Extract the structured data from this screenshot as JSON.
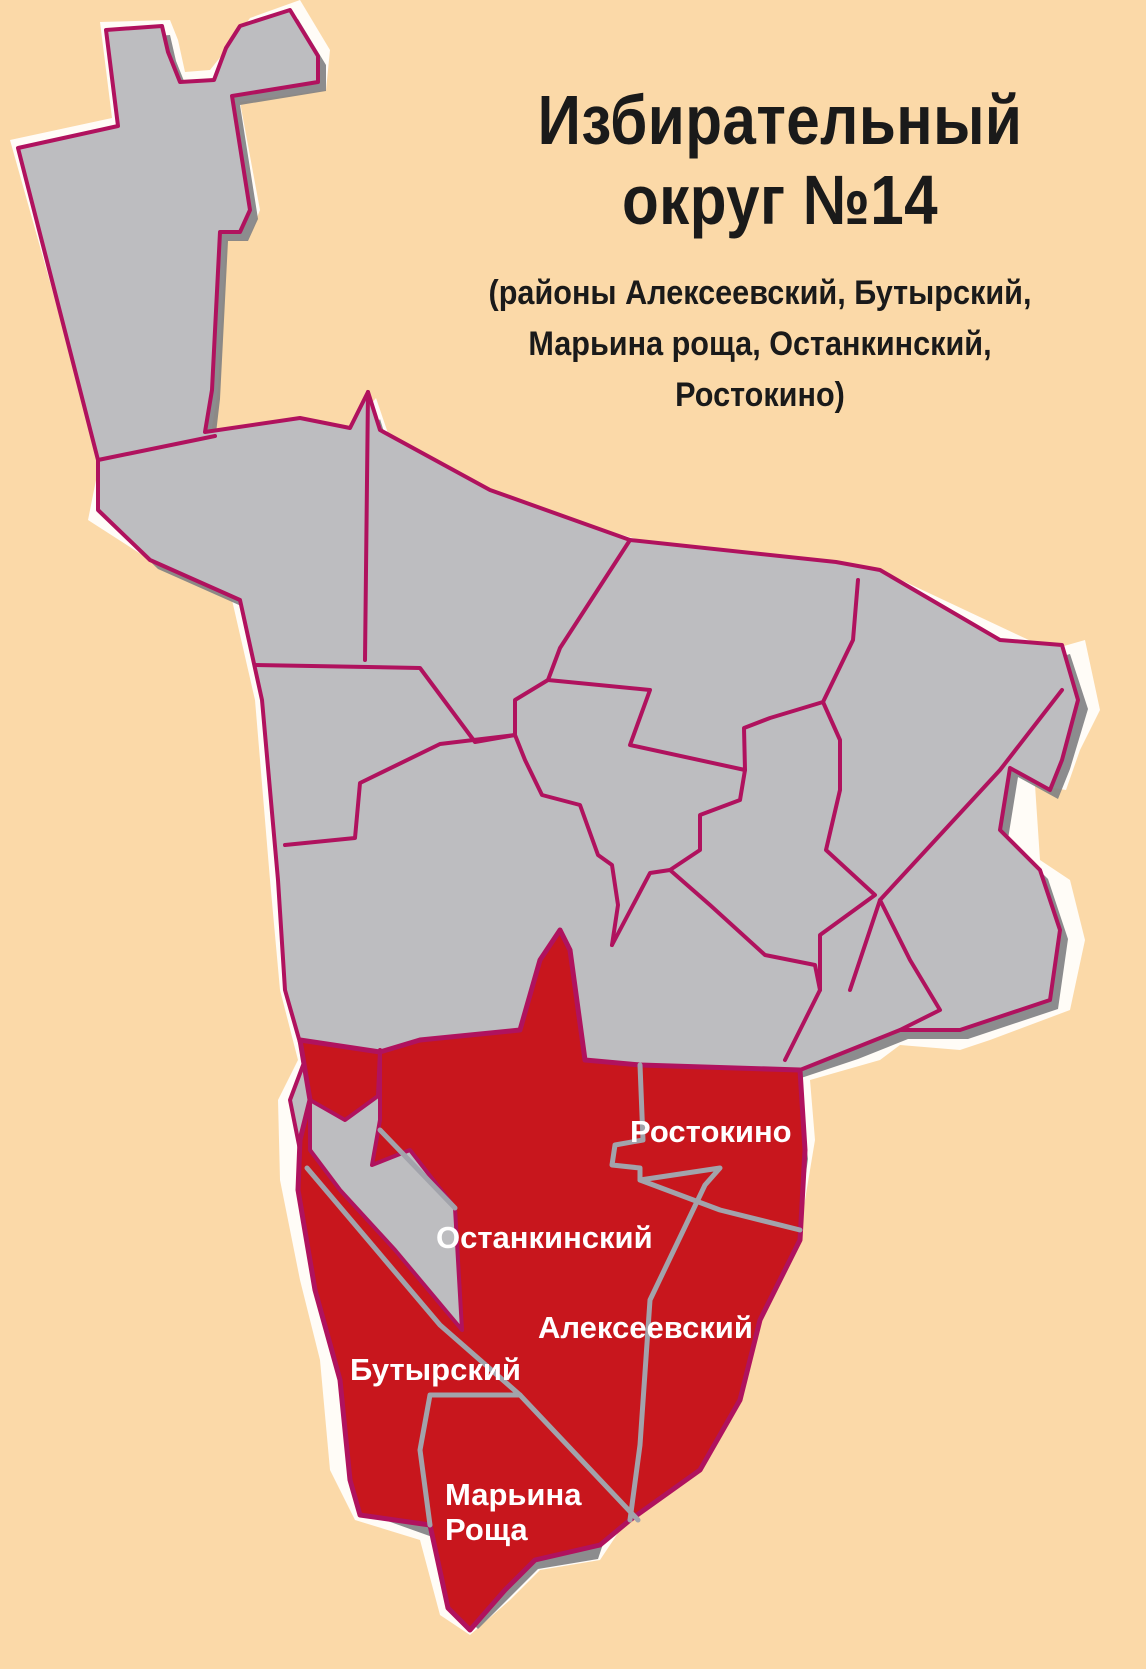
{
  "title": {
    "line1": "Избирательный",
    "line2": "округ №14"
  },
  "subtitle": {
    "line1": "(районы Алексеевский, Бутырский,",
    "line2": "Марьина роща, Останкинский,",
    "line3": "Ростокино)"
  },
  "districts": {
    "rostokino": "Ростокино",
    "ostankinsky": "Останкинский",
    "alekseevsky": "Алексеевский",
    "butyrsky": "Бутырский",
    "marina_roshcha_1": "Марьина",
    "marina_roshcha_2": "Роща"
  },
  "colors": {
    "background": "#fbd9a8",
    "other_districts": "#bdbdc0",
    "selected_districts": "#c8161d",
    "district_border": "#b0125e",
    "selected_inner_border": "#a2a3ab"
  }
}
